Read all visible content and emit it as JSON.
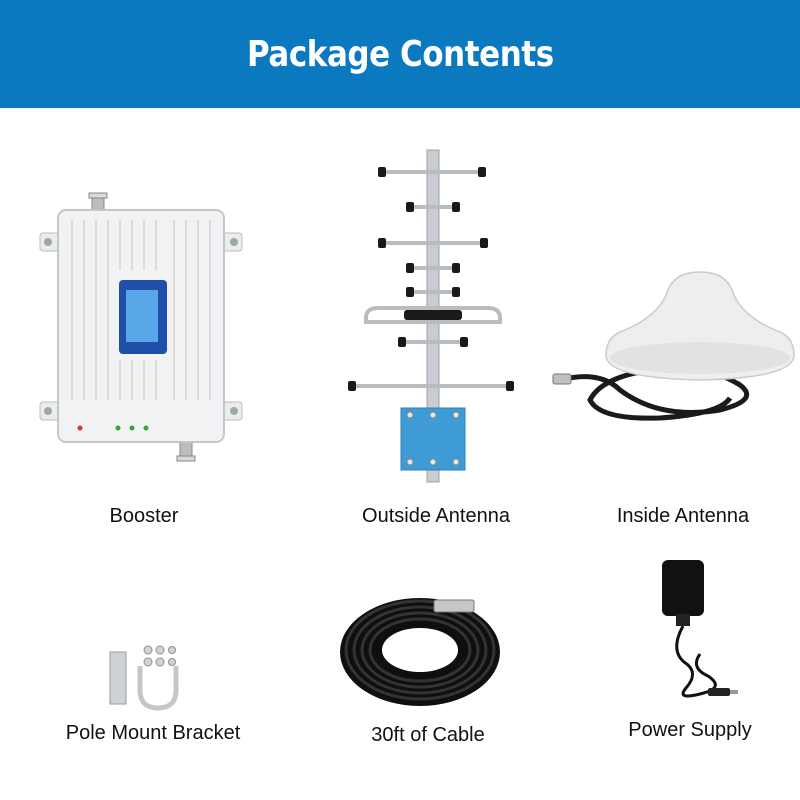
{
  "header": {
    "title": "Package Contents",
    "background_color": "#0b79c0"
  },
  "items": [
    {
      "label": "Booster",
      "icon": "signal-booster-icon"
    },
    {
      "label": "Outside Antenna",
      "icon": "yagi-antenna-icon"
    },
    {
      "label": "Inside Antenna",
      "icon": "ceiling-dome-antenna-icon"
    },
    {
      "label": "Pole Mount Bracket",
      "icon": "u-bolt-bracket-icon"
    },
    {
      "label": "30ft of Cable",
      "icon": "coiled-cable-icon"
    },
    {
      "label": "Power Supply",
      "icon": "power-adapter-icon"
    }
  ]
}
